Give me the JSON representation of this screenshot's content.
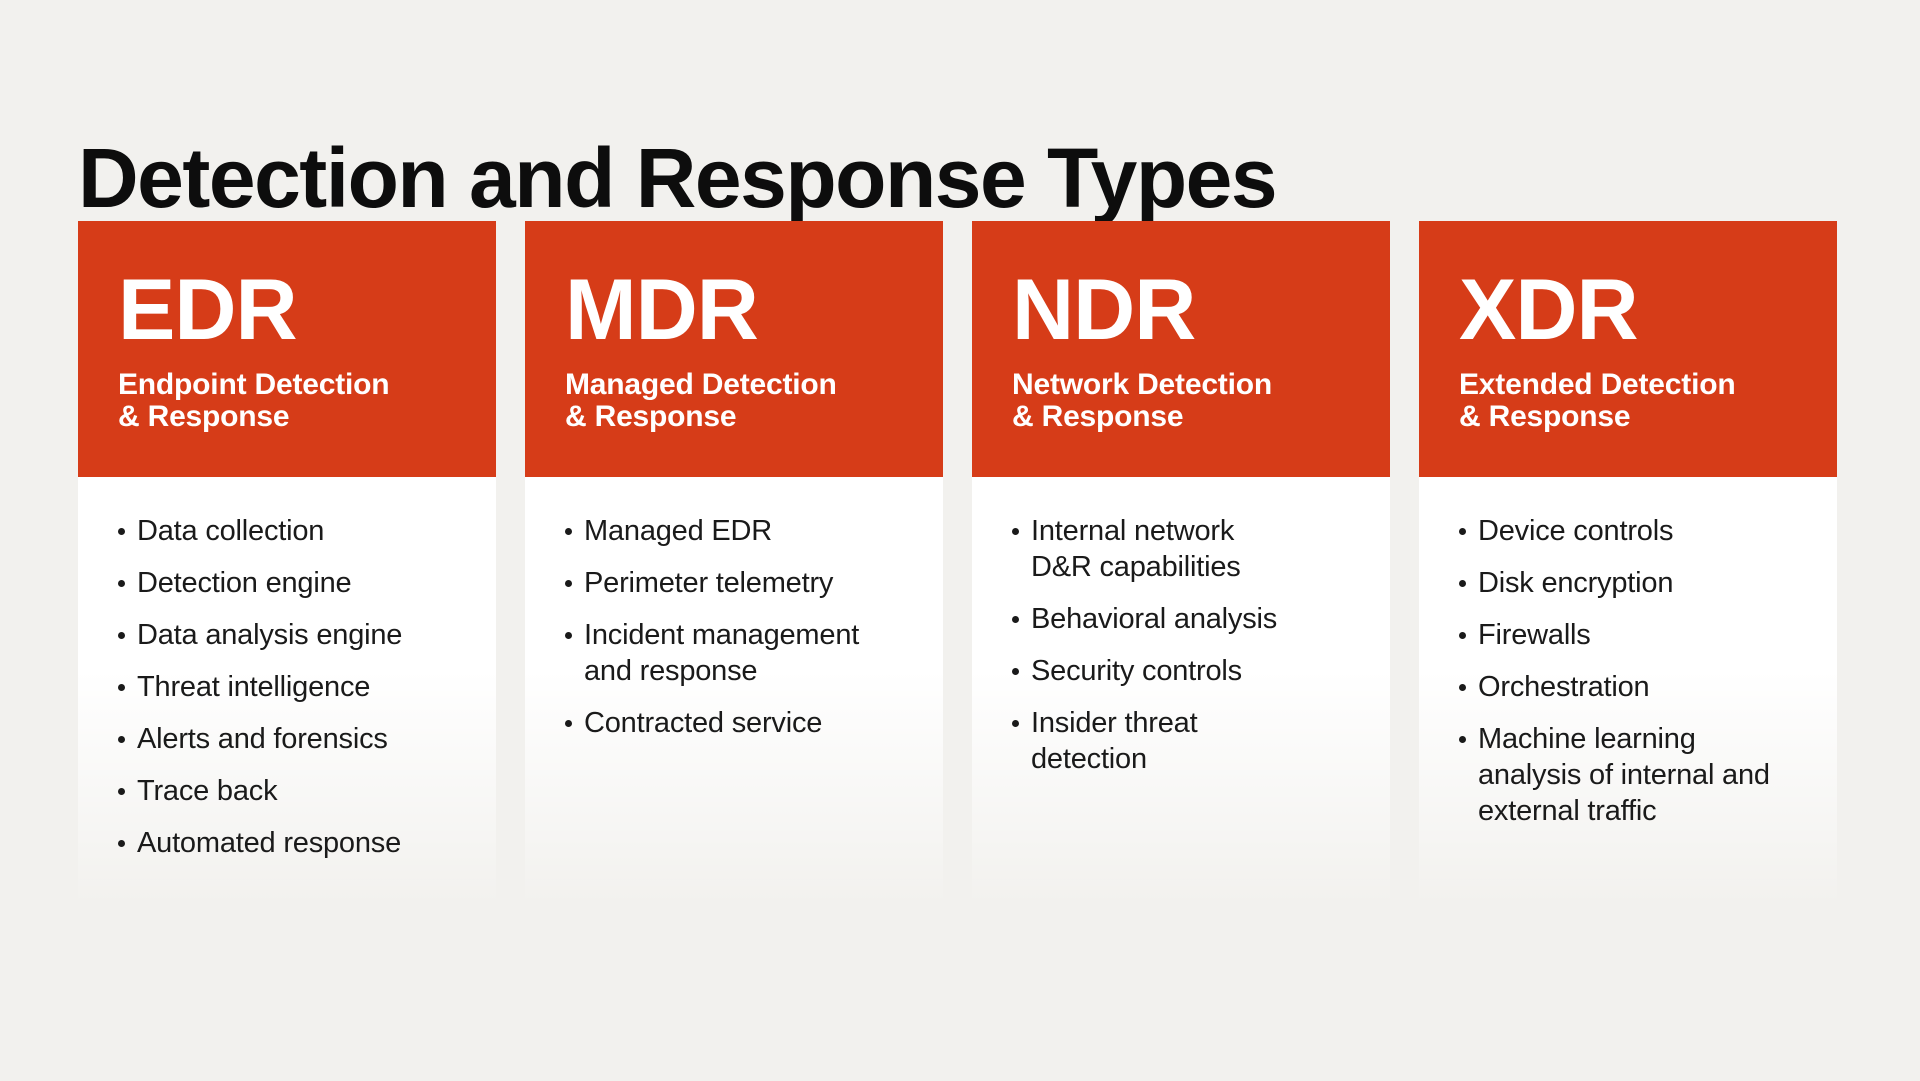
{
  "page": {
    "title": "Detection and Response Types",
    "background_color": "#F2F1EE",
    "accent_color": "#D63C18",
    "header_text_color": "#FFFFFF",
    "body_text_color": "#1A1A1A"
  },
  "cards": [
    {
      "acronym": "EDR",
      "name": "Endpoint Detection\n& Response",
      "items": [
        "Data collection",
        "Detection engine",
        "Data analysis engine",
        "Threat intelligence",
        "Alerts and forensics",
        "Trace back",
        "Automated response"
      ]
    },
    {
      "acronym": "MDR",
      "name": "Managed Detection\n& Response",
      "items": [
        "Managed EDR",
        "Perimeter telemetry",
        "Incident management\nand response",
        "Contracted service"
      ]
    },
    {
      "acronym": "NDR",
      "name": "Network Detection\n& Response",
      "items": [
        "Internal network\nD&R capabilities",
        "Behavioral analysis",
        "Security controls",
        "Insider threat\ndetection"
      ]
    },
    {
      "acronym": "XDR",
      "name": "Extended Detection\n& Response",
      "items": [
        "Device controls",
        "Disk encryption",
        "Firewalls",
        "Orchestration",
        "Machine learning\nanalysis of internal and\nexternal traffic"
      ]
    }
  ]
}
